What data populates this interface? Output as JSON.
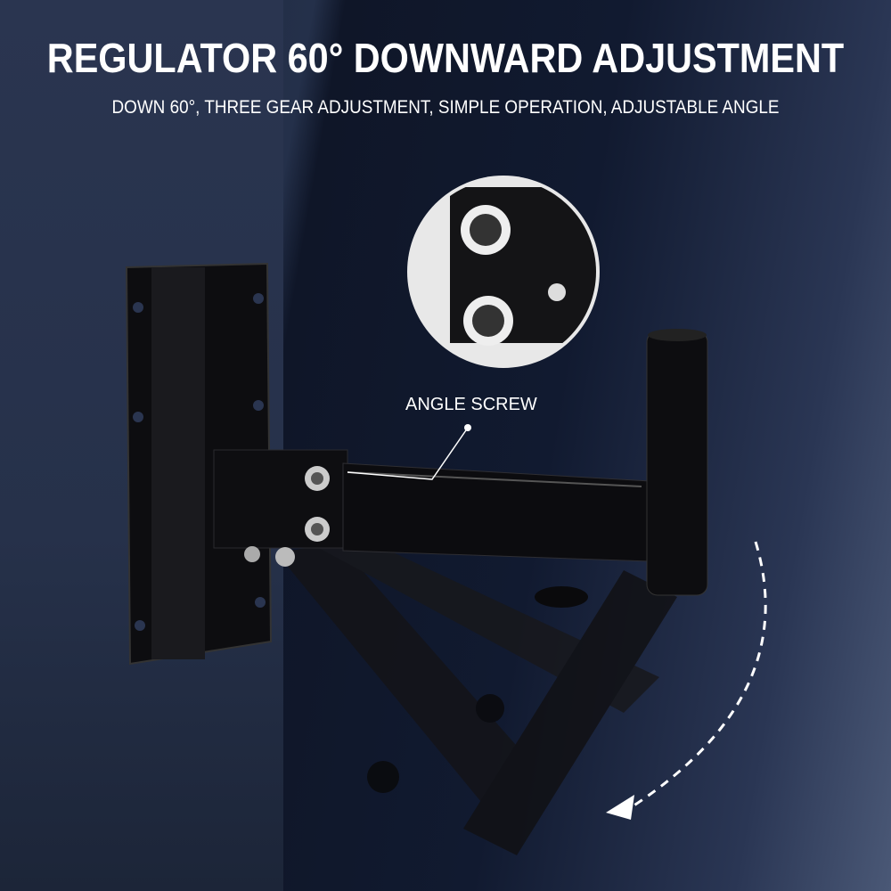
{
  "header": {
    "title": "REGULATOR 60° DOWNWARD ADJUSTMENT",
    "subtitle": "DOWN 60°, THREE GEAR ADJUSTMENT, SIMPLE OPERATION, ADJUSTABLE ANGLE"
  },
  "callout": {
    "label": "ANGLE SCREW"
  },
  "colors": {
    "background": "#111a30",
    "bracket": "#0c0c0e",
    "text": "#ffffff"
  }
}
